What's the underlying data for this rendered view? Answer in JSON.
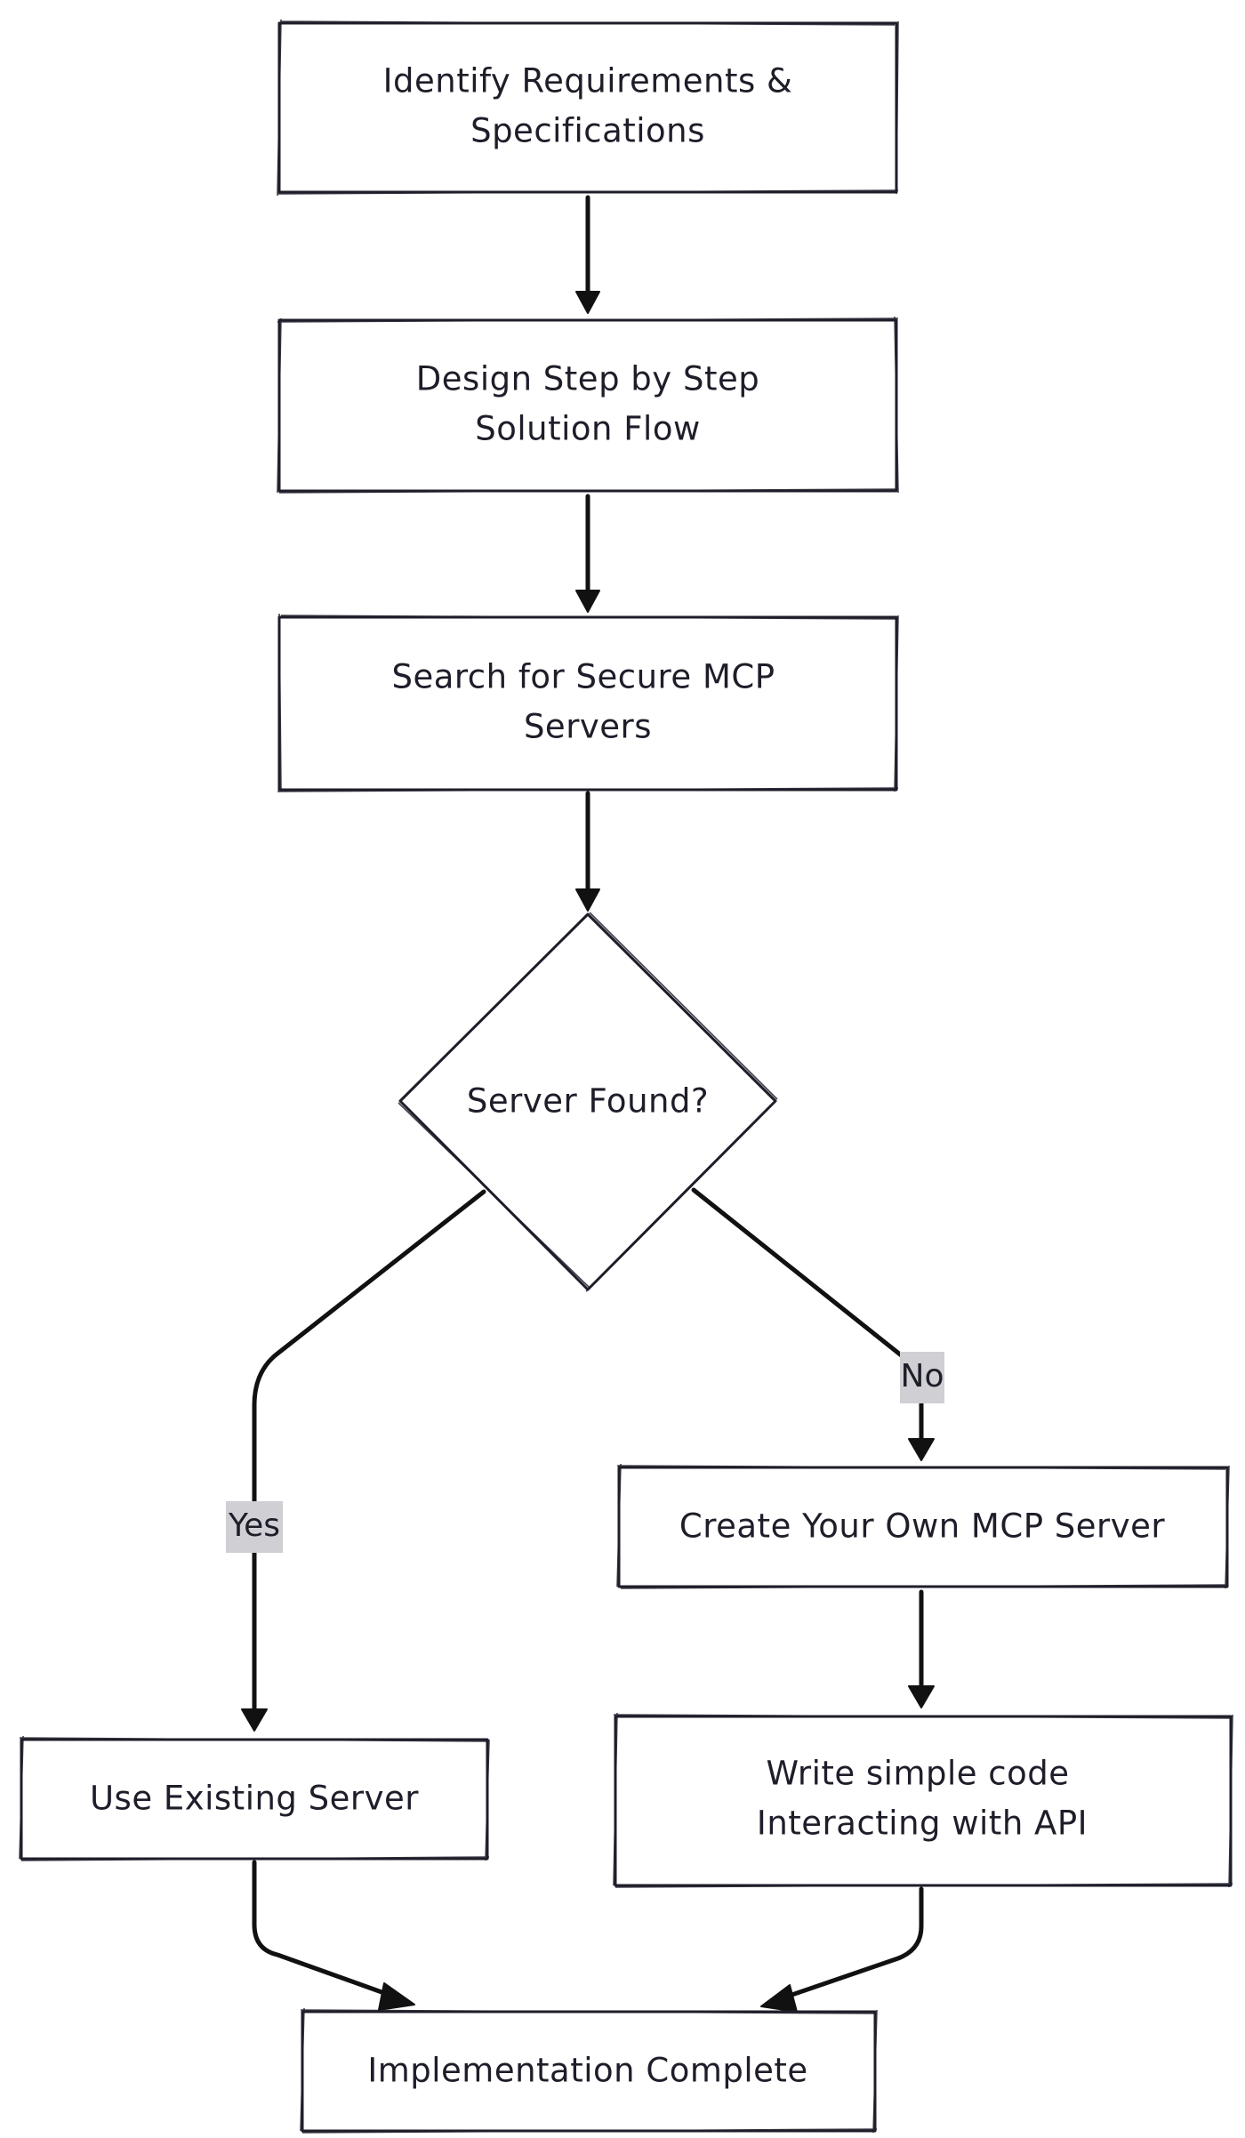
{
  "nodes": {
    "identify": {
      "lines": [
        "Identify Requirements &",
        "Specifications"
      ]
    },
    "design": {
      "lines": [
        "Design Step by Step",
        "Solution Flow"
      ]
    },
    "search": {
      "lines": [
        "Search for Secure MCP",
        "Servers"
      ]
    },
    "decision": {
      "lines": [
        "Server Found?"
      ]
    },
    "use_existing": {
      "lines": [
        "Use Existing Server"
      ]
    },
    "create_own": {
      "lines": [
        "Create Your Own MCP Server"
      ]
    },
    "write_code": {
      "lines": [
        "Write simple code",
        "Interacting with API"
      ]
    },
    "complete": {
      "lines": [
        "Implementation Complete"
      ]
    }
  },
  "edges": {
    "yes_label": "Yes",
    "no_label": "No"
  },
  "colors": {
    "stroke": "#1e1e2a",
    "arrow": "#111111",
    "label_background": "#cfcfd4",
    "background": "#ffffff"
  }
}
